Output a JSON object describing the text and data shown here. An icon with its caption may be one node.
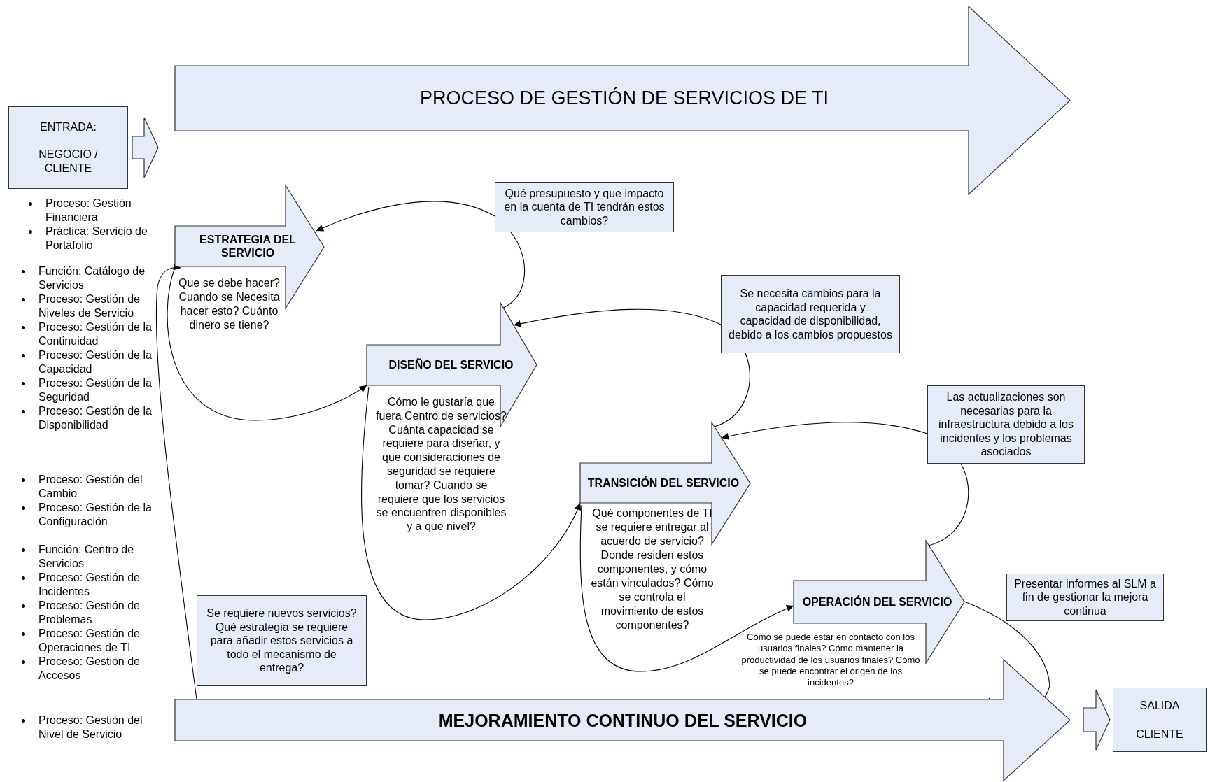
{
  "diagram": {
    "nodes": [
      {
        "text": [
          "ENTRADA:",
          "NEGOCIO / CLIENTE"
        ]
      },
      {
        "text": [
          "PROCESO DE GESTIÓN DE SERVICIOS DE TI"
        ]
      },
      {
        "text": [
          "ESTRATEGIA DEL SERVICIO",
          "Que se debe hacer? Cuando se Necesita hacer esto? Cuánto dinero se tiene?"
        ]
      },
      {
        "text": [
          "Qué presupuesto y que impacto en la cuenta de TI tendrán estos cambios?"
        ]
      },
      {
        "text": [
          "DISEÑO DEL SERVICIO",
          "Cómo le gustaría que fuera Centro de servicios? Cuánta capacidad se requiere para diseñar, y que consideraciones de seguridad se requiere tomar? Cuando se requiere que los servicios se encuentren disponibles y a que nivel?"
        ]
      },
      {
        "text": [
          "Se necesita cambios para la capacidad requerida y capacidad de disponibilidad, debido a los cambios propuestos"
        ]
      },
      {
        "text": [
          "TRANSICIÓN DEL SERVICIO",
          "Qué componentes de TI se requiere entregar al acuerdo de servicio? Donde residen estos componentes, y cómo están vinculados? Cómo se controla el movimiento de estos componentes?"
        ]
      },
      {
        "text": [
          "Las actualizaciones son necesarias para la infraestructura debido a los incidentes y los problemas asociados"
        ]
      },
      {
        "text": [
          "OPERACIÓN DEL SERVICIO",
          "Cómo se puede estar en contacto con los usuarios finales? Cómo mantener la productividad de los usuarios finales? Cómo se puede encontrar el origen de los incidentes?"
        ]
      },
      {
        "text": [
          "Presentar informes al SLM a fin de gestionar la mejora continua"
        ]
      },
      {
        "text": [
          "Se requiere nuevos servicios? Qué estrategia se requiere para añadir estos servicios a todo el mecanismo de entrega?"
        ]
      },
      {
        "text": [
          "MEJORAMIENTO CONTINUO DEL SERVICIO"
        ]
      },
      {
        "text": [
          "SALIDA",
          "CLIENTE"
        ]
      }
    ],
    "edges": [
      {
        "from": 0,
        "to": 1,
        "arrow": "to"
      },
      {
        "from": 3,
        "to": 2,
        "arrow": "to"
      },
      {
        "from": 3,
        "to": 4,
        "arrow": "none"
      },
      {
        "from": 5,
        "to": 4,
        "arrow": "to"
      },
      {
        "from": 5,
        "to": 6,
        "arrow": "none"
      },
      {
        "from": 7,
        "to": 6,
        "arrow": "to"
      },
      {
        "from": 7,
        "to": 8,
        "arrow": "none"
      },
      {
        "from": 2,
        "to": 4,
        "arrow": "to"
      },
      {
        "from": 11,
        "to": 2,
        "arrow": "to"
      },
      {
        "from": 4,
        "to": 6,
        "arrow": "to"
      },
      {
        "from": 6,
        "to": 8,
        "arrow": "to"
      },
      {
        "from": 8,
        "to": 11,
        "arrow": "to"
      },
      {
        "from": 11,
        "to": 12,
        "arrow": "to"
      }
    ],
    "labels": [
      "Proceso: Gestión Financiera",
      "Práctica: Servicio de Portafolio",
      "Función: Catálogo de Servicios",
      "Proceso: Gestión de Niveles de Servicio",
      "Proceso: Gestión de la Continuidad",
      "Proceso: Gestión de la Capacidad",
      "Proceso: Gestión de la Seguridad",
      "Proceso: Gestión de la Disponibilidad",
      "Proceso: Gestión del Cambio",
      "Proceso: Gestión de la Configuración",
      "Función: Centro de Servicios",
      "Proceso: Gestión de Incidentes",
      "Proceso: Gestión de Problemas",
      "Proceso: Gestión de Operaciones de TI",
      "Proceso: Gestión de Accesos",
      "Proceso: Gestión del Nivel de Servicio"
    ]
  }
}
